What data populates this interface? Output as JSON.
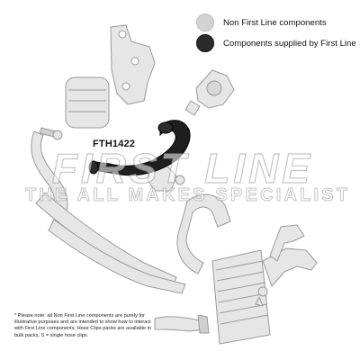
{
  "legend": {
    "items": [
      {
        "label": "Non First Line components",
        "color": "#d3d3d3",
        "stroke": "#bdbdbd"
      },
      {
        "label": "Components supplied by First Line",
        "color": "#2b2b2b",
        "stroke": "#111111"
      }
    ]
  },
  "part_label": "FTH1422",
  "watermark": {
    "line1": "FIRST LINE",
    "line2": "THE ALL MAKES SPECIALIST"
  },
  "note": "* Please note: all Non First Line components are purely for illustrative purposes and are intended to show how to interact with First Line components. Hose Clips packs are available in bulk packs, S = single hose clips.",
  "colors": {
    "component_fill": "#e4e4e4",
    "component_stroke": "#9a9a9a",
    "highlight_fill": "#1f1f1f",
    "highlight_stroke": "#000000"
  }
}
